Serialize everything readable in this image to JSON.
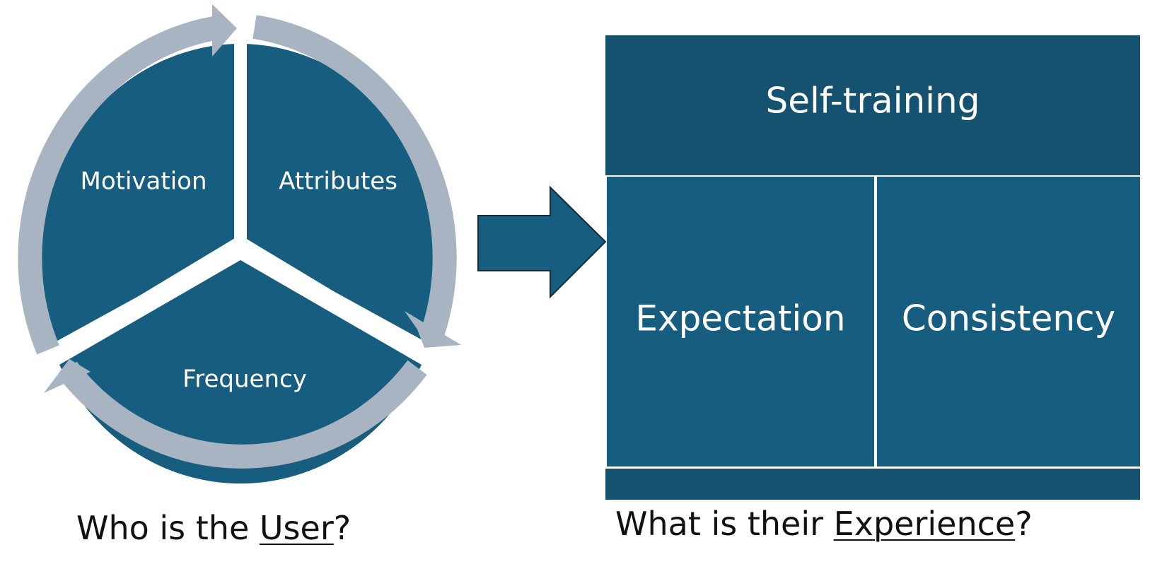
{
  "colors": {
    "segment_fill": "#175d80",
    "header_fill": "#14526f",
    "footer_fill": "#14526f",
    "cycle_arrow": "#a9b4c2",
    "block_arrow": "#175d80",
    "block_arrow_outline": "#0f2b3b",
    "divider": "#ffffff"
  },
  "cycle": {
    "segments": [
      {
        "name": "Motivation"
      },
      {
        "name": "Attributes"
      },
      {
        "name": "Frequency"
      }
    ],
    "arrow_icon": "circular-cycle-arrows-icon"
  },
  "connector": {
    "icon": "right-block-arrow-icon"
  },
  "experience": {
    "header": "Self-training",
    "left_cell": "Expectation",
    "right_cell": "Consistency"
  },
  "captions": {
    "left": {
      "prefix": "Who is the ",
      "emphasis": "User",
      "suffix": "?"
    },
    "right": {
      "prefix": "What is their ",
      "emphasis": "Experience",
      "suffix": "?"
    }
  }
}
